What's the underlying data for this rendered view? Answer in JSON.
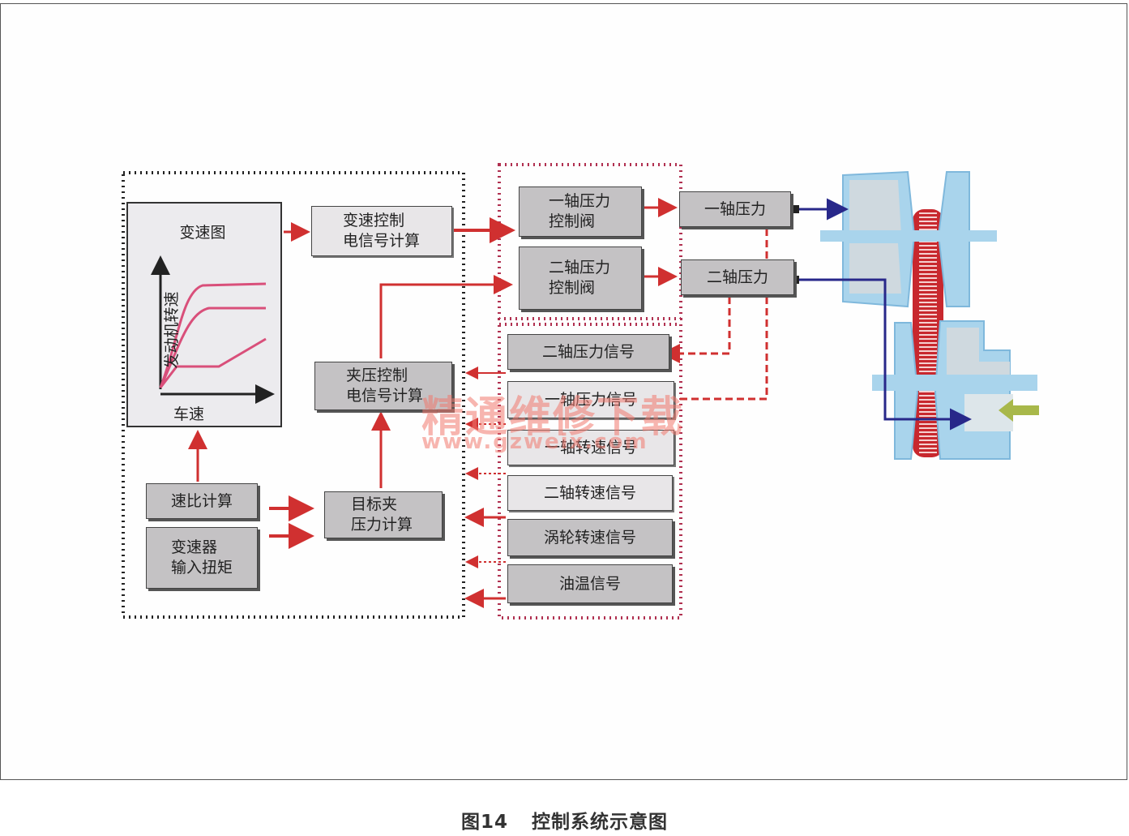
{
  "caption": {
    "figure_no": "图14",
    "title": "控制系统示意图"
  },
  "graph": {
    "title": "变速图",
    "ylabel": "发动机转速",
    "xlabel": "车速"
  },
  "blocks": {
    "shift_ctrl": [
      "变速控制",
      "电信号计算"
    ],
    "clamp_ctrl": [
      "夹压控制",
      "电信号计算"
    ],
    "ratio_calc": "速比计算",
    "trans_torque": [
      "变速器",
      "输入扭矩"
    ],
    "target_clamp": [
      "目标夹",
      "压力计算"
    ],
    "valve1": [
      "一轴压力",
      "控制阀"
    ],
    "valve2": [
      "二轴压力",
      "控制阀"
    ],
    "press1": "一轴压力",
    "press2": "二轴压力"
  },
  "signals": {
    "s2_pressure": "二轴压力信号",
    "s1_pressure": "一轴压力信号",
    "s1_speed": "一轴转速信号",
    "s2_speed": "二轴转速信号",
    "turbine_speed": "涡轮转速信号",
    "oil_temp": "油温信号"
  },
  "watermark": {
    "line1": "精通维修下载",
    "line2": "www.gzweix.com"
  },
  "colors": {
    "arrow_red": "#d03030",
    "arrow_blue": "#28288a",
    "pulley": "#a9d4ec",
    "belt": "#c8282e",
    "curve": "#d94f7a"
  }
}
